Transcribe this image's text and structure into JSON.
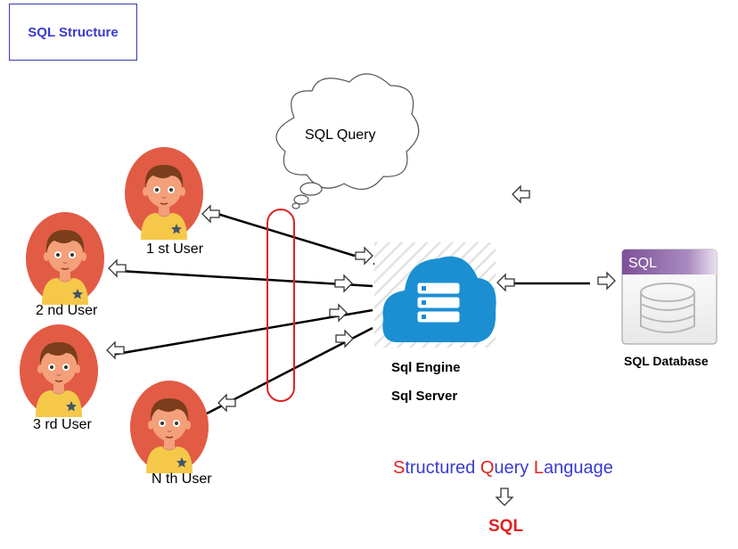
{
  "title": "SQL Structure",
  "cloud_label": "SQL Query",
  "users": [
    {
      "label": "1 st User"
    },
    {
      "label": "2 nd User"
    },
    {
      "label": "3 rd User"
    },
    {
      "label": "N th User"
    }
  ],
  "server": {
    "engine_label": "Sql Engine",
    "server_label": "Sql Server"
  },
  "database": {
    "tag": "SQL",
    "label": "SQL Database"
  },
  "acronym": {
    "parts": [
      {
        "initial": "S",
        "rest": "tructured "
      },
      {
        "initial": "Q",
        "rest": "uery "
      },
      {
        "initial": "L",
        "rest": "anguage"
      }
    ]
  },
  "result": "SQL",
  "colors": {
    "avatar_bg": "#e25b45",
    "shirt": "#f5c84a",
    "server_cloud": "#1b8fd2",
    "highlight_ring": "#d9242b",
    "db_header": "#8b5fa3"
  }
}
